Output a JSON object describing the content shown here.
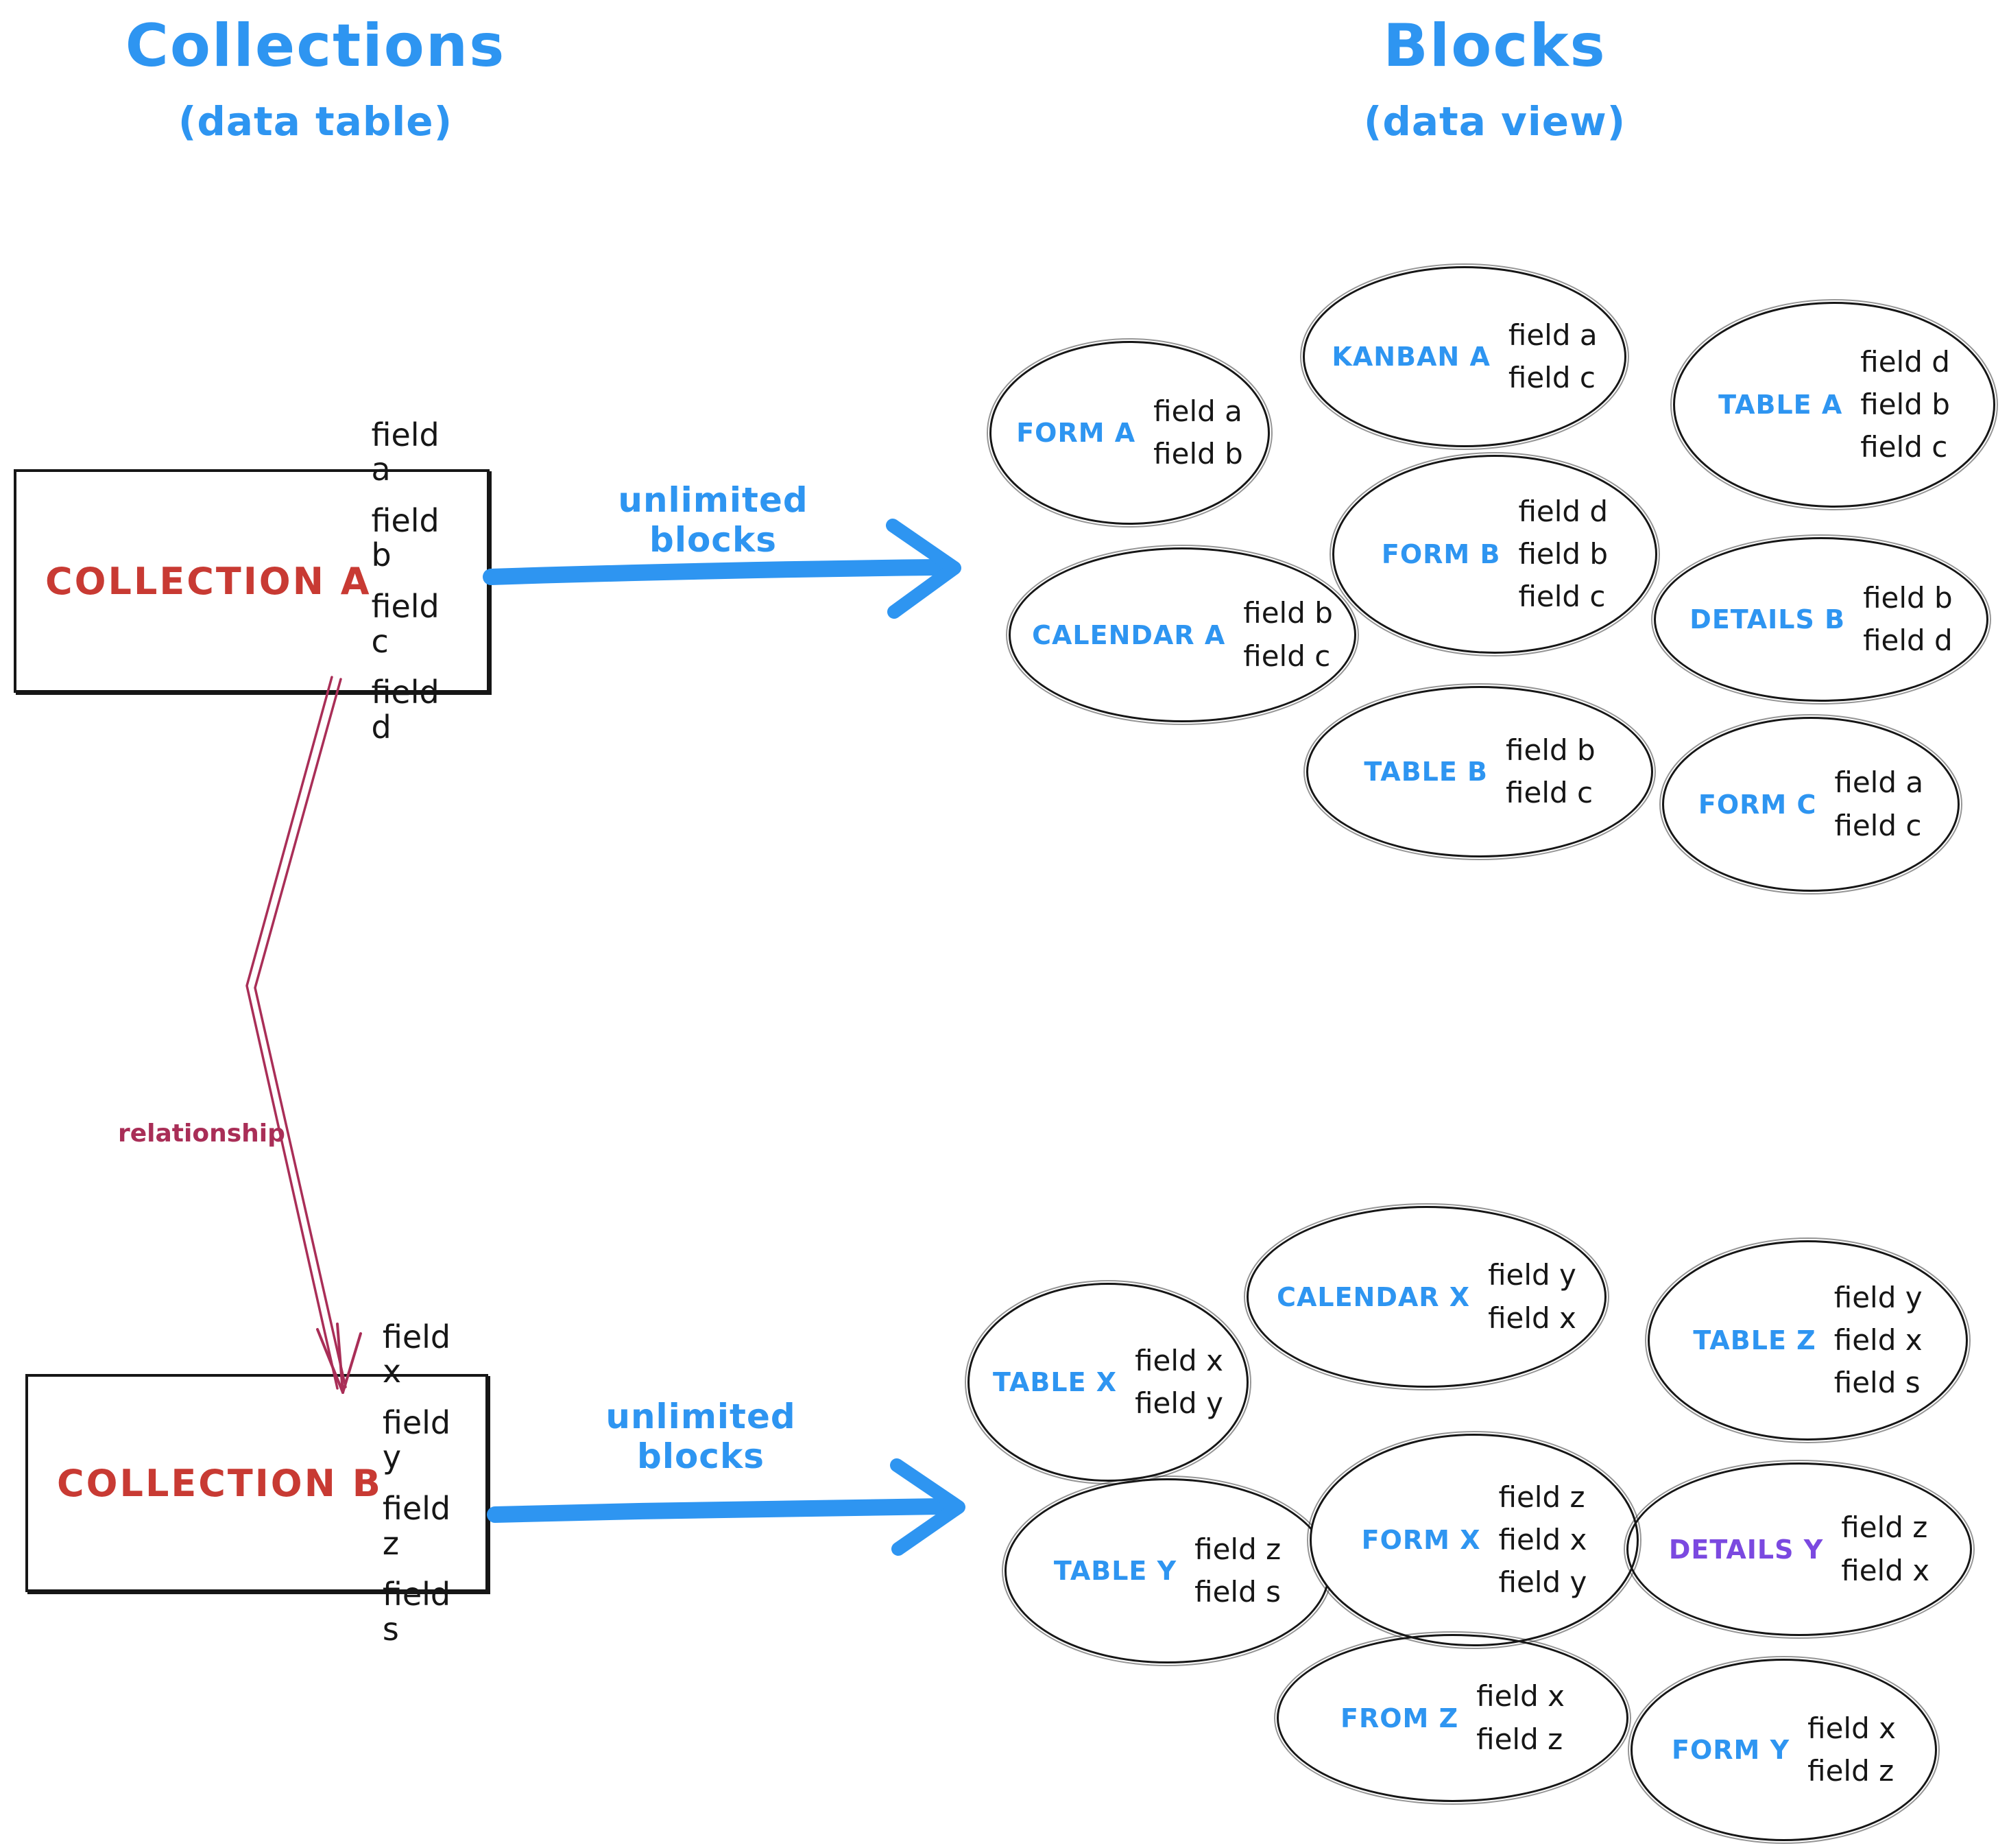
{
  "colors": {
    "accent_blue": "#2e95f1",
    "collection_red": "#c83a33",
    "relationship_crimson": "#a92e57",
    "details_purple": "#7b49e0",
    "ink": "#161616"
  },
  "titles": {
    "left": {
      "title": "Collections",
      "subtitle": "(data table)"
    },
    "right": {
      "title": "Blocks",
      "subtitle": "(data view)"
    }
  },
  "collections": {
    "a": {
      "name": "COLLECTION A",
      "fields": [
        "field a",
        "field b",
        "field c",
        "field d"
      ]
    },
    "b": {
      "name": "COLLECTION B",
      "fields": [
        "field x",
        "field y",
        "field z",
        "field s"
      ]
    }
  },
  "arrows": {
    "top_label": "unlimited blocks",
    "bottom_label": "unlimited blocks",
    "relationship_label": "relationship"
  },
  "blocks": {
    "cluster_a": [
      {
        "name": "FORM A",
        "fields": [
          "field a",
          "field b"
        ]
      },
      {
        "name": "KANBAN A",
        "fields": [
          "field a",
          "field c"
        ]
      },
      {
        "name": "TABLE A",
        "fields": [
          "field d",
          "field b",
          "field c"
        ]
      },
      {
        "name": "CALENDAR A",
        "fields": [
          "field b",
          "field c"
        ]
      },
      {
        "name": "FORM B",
        "fields": [
          "field d",
          "field b",
          "field c"
        ]
      },
      {
        "name": "DETAILS B",
        "fields": [
          "field b",
          "field d"
        ]
      },
      {
        "name": "TABLE B",
        "fields": [
          "field b",
          "field c"
        ]
      },
      {
        "name": "FORM C",
        "fields": [
          "field a",
          "field c"
        ]
      }
    ],
    "cluster_b": [
      {
        "name": "TABLE X",
        "fields": [
          "field x",
          "field y"
        ]
      },
      {
        "name": "CALENDAR X",
        "fields": [
          "field y",
          "field x"
        ]
      },
      {
        "name": "TABLE Z",
        "fields": [
          "field y",
          "field x",
          "field s"
        ]
      },
      {
        "name": "TABLE Y",
        "fields": [
          "field z",
          "field s"
        ]
      },
      {
        "name": "FORM X",
        "fields": [
          "field z",
          "field x",
          "field y"
        ]
      },
      {
        "name": "DETAILS Y",
        "fields": [
          "field z",
          "field x"
        ]
      },
      {
        "name": "FROM Z",
        "fields": [
          "field x",
          "field z"
        ]
      },
      {
        "name": "FORM Y",
        "fields": [
          "field x",
          "field z"
        ]
      }
    ]
  }
}
